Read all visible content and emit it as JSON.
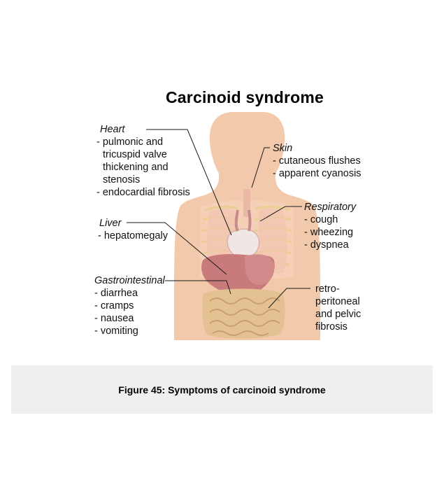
{
  "title": "Carcinoid syndrome",
  "labels": {
    "heart": {
      "heading": "Heart",
      "items": [
        "- pulmonic and",
        "tricuspid valve",
        "thickening and",
        "stenosis",
        "- endocardial fibrosis"
      ]
    },
    "skin": {
      "heading": "Skin",
      "items": [
        "- cutaneous flushes",
        "- apparent cyanosis"
      ]
    },
    "respiratory": {
      "heading": "Respiratory",
      "items": [
        "- cough",
        "- wheezing",
        "- dyspnea"
      ]
    },
    "liver": {
      "heading": "Liver",
      "items": [
        "- hepatomegaly"
      ]
    },
    "gastrointestinal": {
      "heading": "Gastrointestinal",
      "items": [
        "- diarrhea",
        "- cramps",
        "- nausea",
        "- vomiting"
      ]
    },
    "retroperitoneal": {
      "items": [
        "retro-",
        "peritoneal",
        "and pelvic",
        "fibrosis"
      ]
    }
  },
  "caption": "Figure 45: Symptoms of carcinoid syndrome",
  "colors": {
    "skin": "#f2c9ab",
    "lungs": "#f3c5b0",
    "ribs": "#e8d08a",
    "liver": "#c97b7b",
    "intestine": "#e3c193",
    "heart": "#f0e6e6",
    "leader_line": "#1a1a1a",
    "caption_bg": "#efefef"
  }
}
